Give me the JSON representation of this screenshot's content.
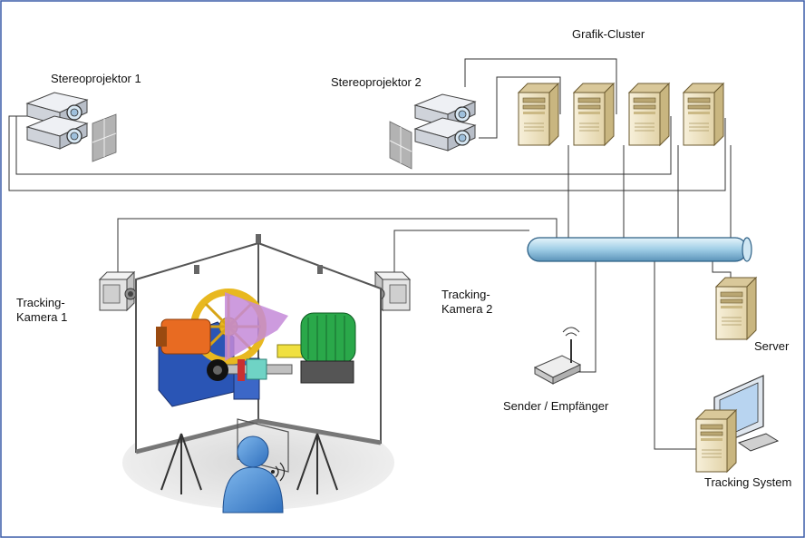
{
  "labels": {
    "grafik_cluster": "Grafik-Cluster",
    "stereoprojektor_1": "Stereoprojektor 1",
    "stereoprojektor_2": "Stereoprojektor 2",
    "tracking_kamera_1": "Tracking-\nKamera 1",
    "tracking_kamera_2": "Tracking-\nKamera 2",
    "server": "Server",
    "sender_empfaenger": "Sender / Empfänger",
    "tracking_system": "Tracking System"
  },
  "colors": {
    "frame": "#3a5ca8",
    "bus": "#a9d3ea",
    "bus_stroke": "#2c5f85",
    "server_body": "#efe4c6",
    "screen_bg": "#ffffff",
    "gear_yellow": "#e8b820",
    "motor_green": "#2aa84a",
    "person_blue": "#3b82d1"
  },
  "icons": {
    "projector": "projector-icon",
    "server": "server-tower-icon",
    "camera": "tracking-camera-icon",
    "router": "wireless-router-icon",
    "workstation": "workstation-icon",
    "user": "user-icon"
  }
}
